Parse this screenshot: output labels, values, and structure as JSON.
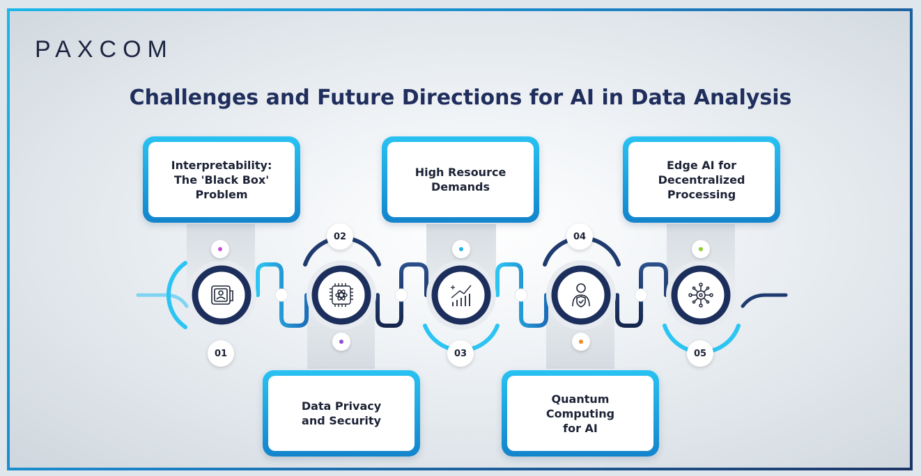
{
  "brand": "PAXCOM",
  "title": "Challenges and Future Directions for AI in Data Analysis",
  "steps": [
    {
      "number": "01",
      "label": "Interpretability:\nThe 'Black Box'\nProblem",
      "icon": "portfolio-icon",
      "dot_color": "#c24fd6"
    },
    {
      "number": "02",
      "label": "Data Privacy\nand Security",
      "icon": "chip-atom-icon",
      "dot_color": "#8a4fd6"
    },
    {
      "number": "03",
      "label": "High Resource\nDemands",
      "icon": "bar-chart-icon",
      "dot_color": "#22b1e8"
    },
    {
      "number": "04",
      "label": "Quantum\nComputing\nfor AI",
      "icon": "user-shield-icon",
      "dot_color": "#f08a1e"
    },
    {
      "number": "05",
      "label": "Edge AI for\nDecentralized\nProcessing",
      "icon": "network-gear-icon",
      "dot_color": "#8ccf2a"
    }
  ],
  "colors": {
    "accent_light": "#29c2f2",
    "accent_dark": "#1f3a6e",
    "text": "#1c2235"
  }
}
